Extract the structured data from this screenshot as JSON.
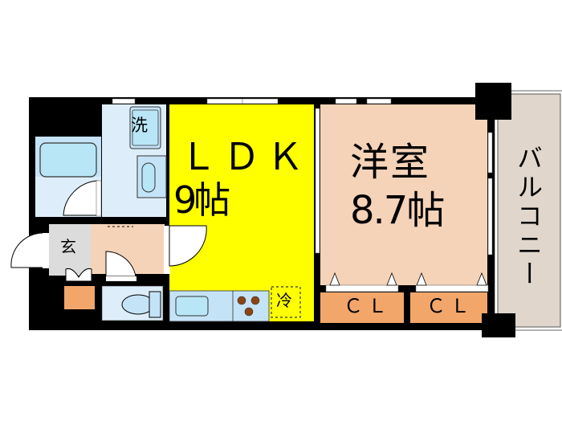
{
  "floorplan": {
    "rooms": {
      "ldk": {
        "name": "ＬＤＫ",
        "size": "9帖",
        "color": "#ffff00"
      },
      "western_room": {
        "name": "洋室",
        "size": "8.7帖",
        "color": "#f5d3b8"
      },
      "balcony": {
        "name": "バルコニー",
        "color": "#e0d6cc"
      },
      "entrance": {
        "name": "玄",
        "color": "#dcdcdc"
      },
      "hallway": {
        "color": "#f5d3b8"
      },
      "bathroom": {
        "color": "#ddeefa"
      },
      "washroom": {
        "color": "#ddeefa"
      },
      "toilet": {
        "color": "#ddeefa"
      }
    },
    "fixtures": {
      "washing_machine": "洗",
      "refrigerator": "冷",
      "closet_1": "ＣＬ",
      "closet_2": "ＣＬ"
    },
    "colors": {
      "wall": "#000000",
      "storage": "#f2a66a",
      "fixture_blue": "#c5e3f7",
      "tub_blue": "#b8e6f7",
      "stove": "#8b4513"
    }
  }
}
